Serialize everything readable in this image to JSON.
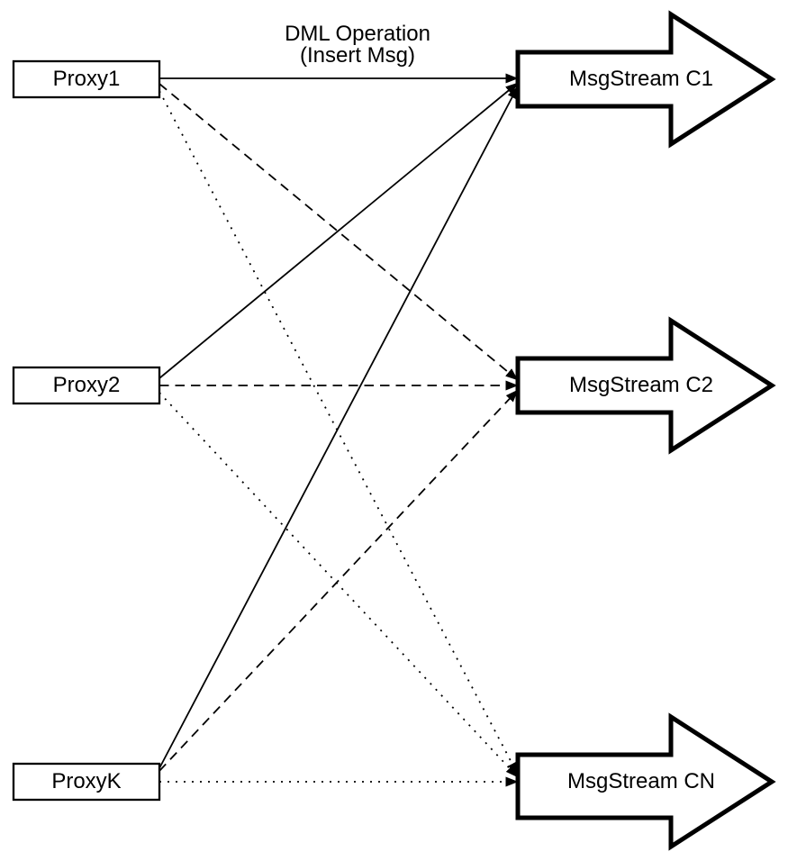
{
  "colors": {
    "ink": "#000000",
    "background": "#ffffff"
  },
  "title": {
    "line1": "DML Operation",
    "line2": "(Insert Msg)"
  },
  "proxies": [
    {
      "id": "proxy1",
      "label": "Proxy1"
    },
    {
      "id": "proxy2",
      "label": "Proxy2"
    },
    {
      "id": "proxyk",
      "label": "ProxyK"
    }
  ],
  "streams": [
    {
      "id": "c1",
      "label": "MsgStream C1"
    },
    {
      "id": "c2",
      "label": "MsgStream C2"
    },
    {
      "id": "cn",
      "label": "MsgStream CN"
    }
  ],
  "edges": [
    {
      "from": "Proxy1",
      "to": "MsgStream C1",
      "style": "solid"
    },
    {
      "from": "Proxy1",
      "to": "MsgStream C2",
      "style": "dashed"
    },
    {
      "from": "Proxy1",
      "to": "MsgStream CN",
      "style": "dotted"
    },
    {
      "from": "Proxy2",
      "to": "MsgStream C1",
      "style": "solid"
    },
    {
      "from": "Proxy2",
      "to": "MsgStream C2",
      "style": "dashed"
    },
    {
      "from": "Proxy2",
      "to": "MsgStream CN",
      "style": "dotted"
    },
    {
      "from": "ProxyK",
      "to": "MsgStream C1",
      "style": "solid"
    },
    {
      "from": "ProxyK",
      "to": "MsgStream C2",
      "style": "dashed"
    },
    {
      "from": "ProxyK",
      "to": "MsgStream CN",
      "style": "dotted"
    }
  ]
}
